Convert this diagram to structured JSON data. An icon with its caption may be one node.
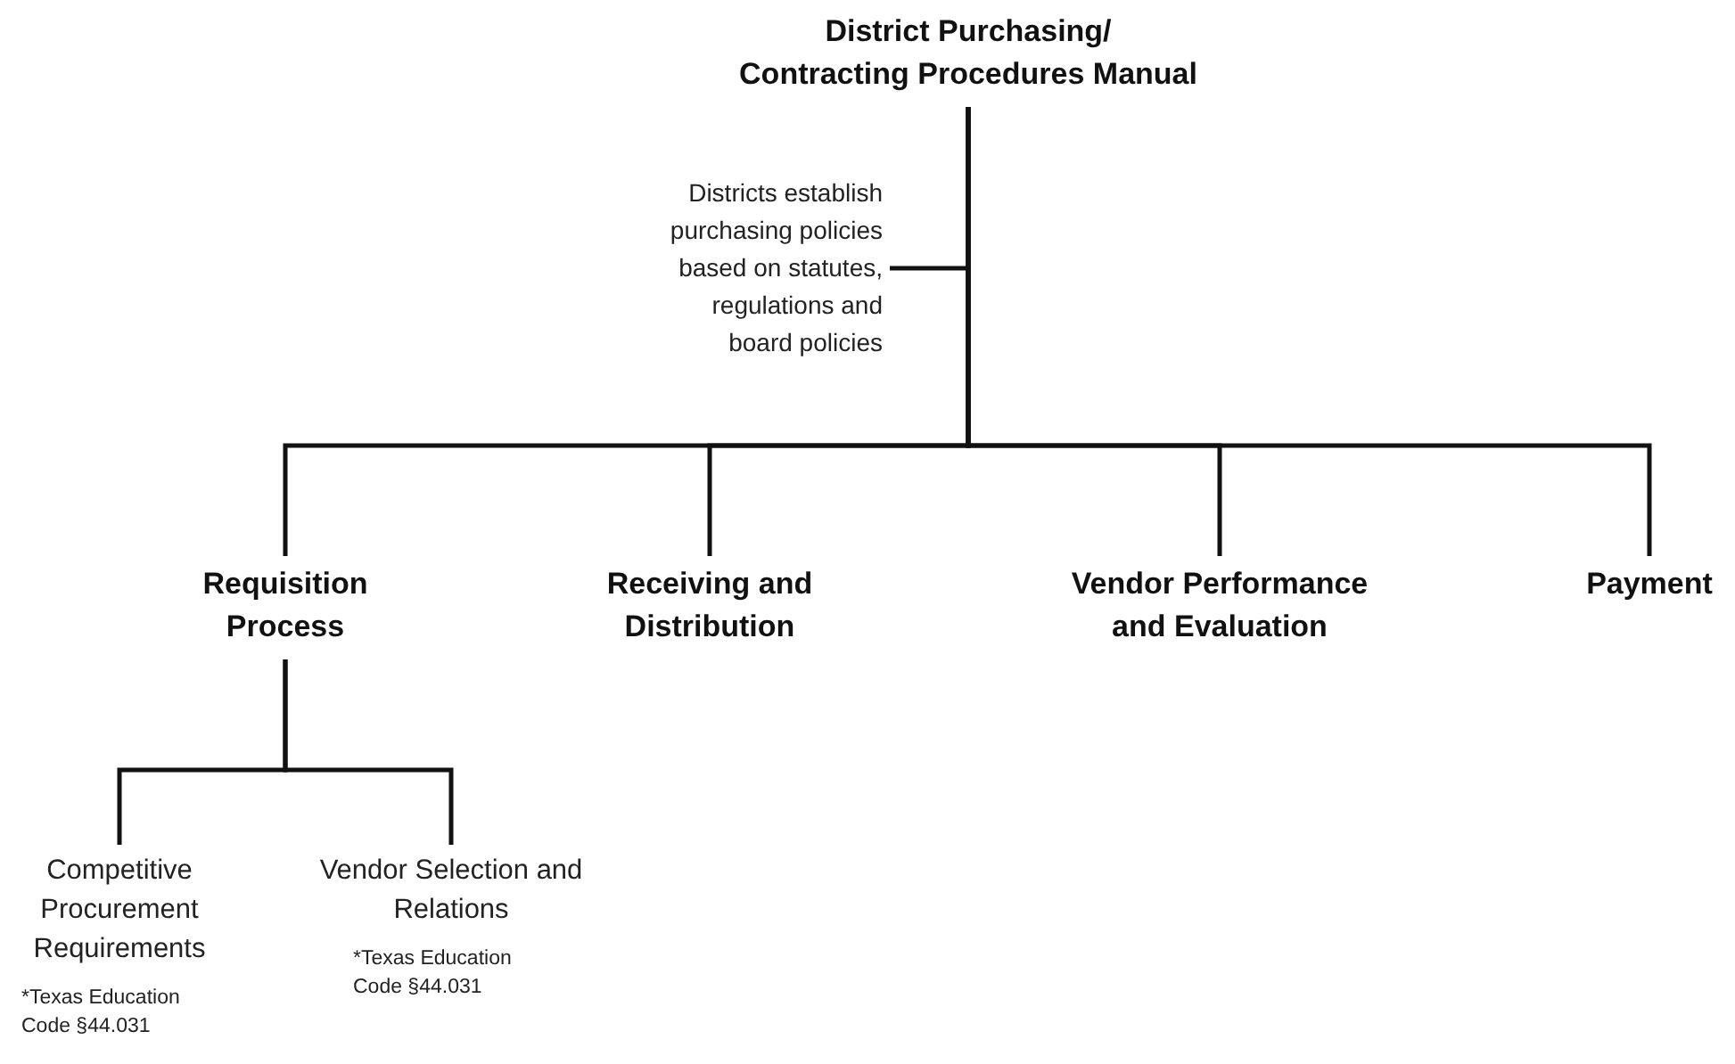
{
  "diagram": {
    "nodes": [
      {
        "text": [
          "District Purchasing/ Contracting Procedures Manual"
        ]
      },
      {
        "text": [
          "Districts establish purchasing policies based on statutes, regulations and board policies"
        ]
      },
      {
        "text": [
          "Requisition Process"
        ]
      },
      {
        "text": [
          "Receiving and Distribution"
        ]
      },
      {
        "text": [
          "Vendor Performance and Evaluation"
        ]
      },
      {
        "text": [
          "Payment"
        ]
      },
      {
        "text": [
          "Competitive Procurement Requirements"
        ],
        "beside": [
          "*Texas Education Code §44.031"
        ]
      },
      {
        "text": [
          "Vendor Selection and Relations"
        ],
        "beside": [
          "*Texas Education Code §44.031"
        ]
      }
    ],
    "edges": [
      {
        "from": 1,
        "to": null,
        "arrow": "none"
      },
      {
        "from": 0,
        "to": 2,
        "arrow": "none"
      },
      {
        "from": 0,
        "to": 3,
        "arrow": "none"
      },
      {
        "from": 0,
        "to": 4,
        "arrow": "none"
      },
      {
        "from": 0,
        "to": 5,
        "arrow": "none"
      },
      {
        "from": 2,
        "to": 6,
        "arrow": "none"
      },
      {
        "from": 2,
        "to": 7,
        "arrow": "none"
      }
    ]
  }
}
